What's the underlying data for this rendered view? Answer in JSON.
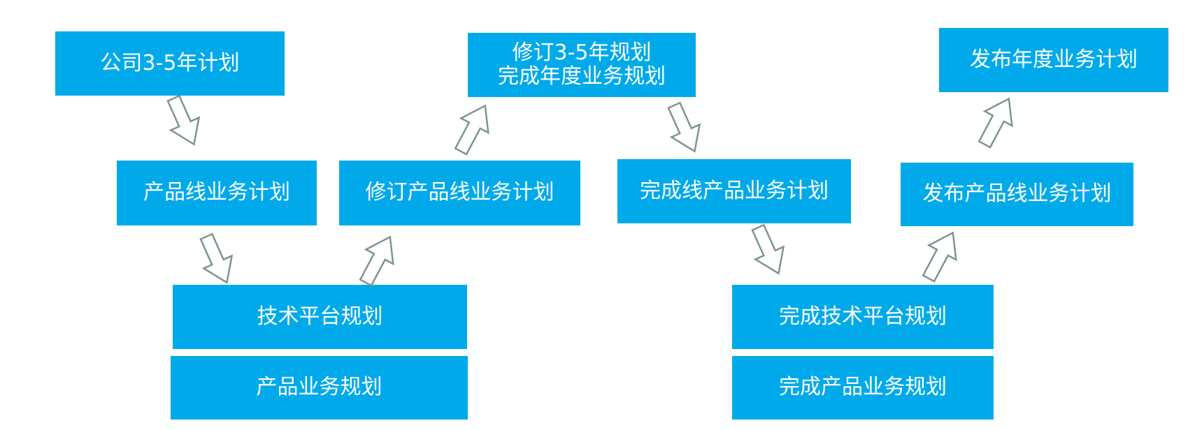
{
  "diagram": {
    "nodes": {
      "company_plan": "公司3-5年计划",
      "product_line_plan": "产品线业务计划",
      "tech_platform_plan": "技术平台规划",
      "product_business_plan": "产品业务规划",
      "revise_product_line_plan": "修订产品线业务计划",
      "revise_plan_line1": "修订3-5年规划",
      "revise_plan_line2": "完成年度业务规划",
      "complete_line_product_plan": "完成线产品业务计划",
      "complete_tech_platform_plan": "完成技术平台规划",
      "complete_product_business_plan": "完成产品业务规划",
      "publish_product_line_plan": "发布产品线业务计划",
      "publish_annual_plan": "发布年度业务计划"
    },
    "colors": {
      "box_fill": "#00aaea",
      "box_text": "#ffffff",
      "arrow_stroke": "#7e9394",
      "arrow_fill": "#ffffff"
    }
  }
}
